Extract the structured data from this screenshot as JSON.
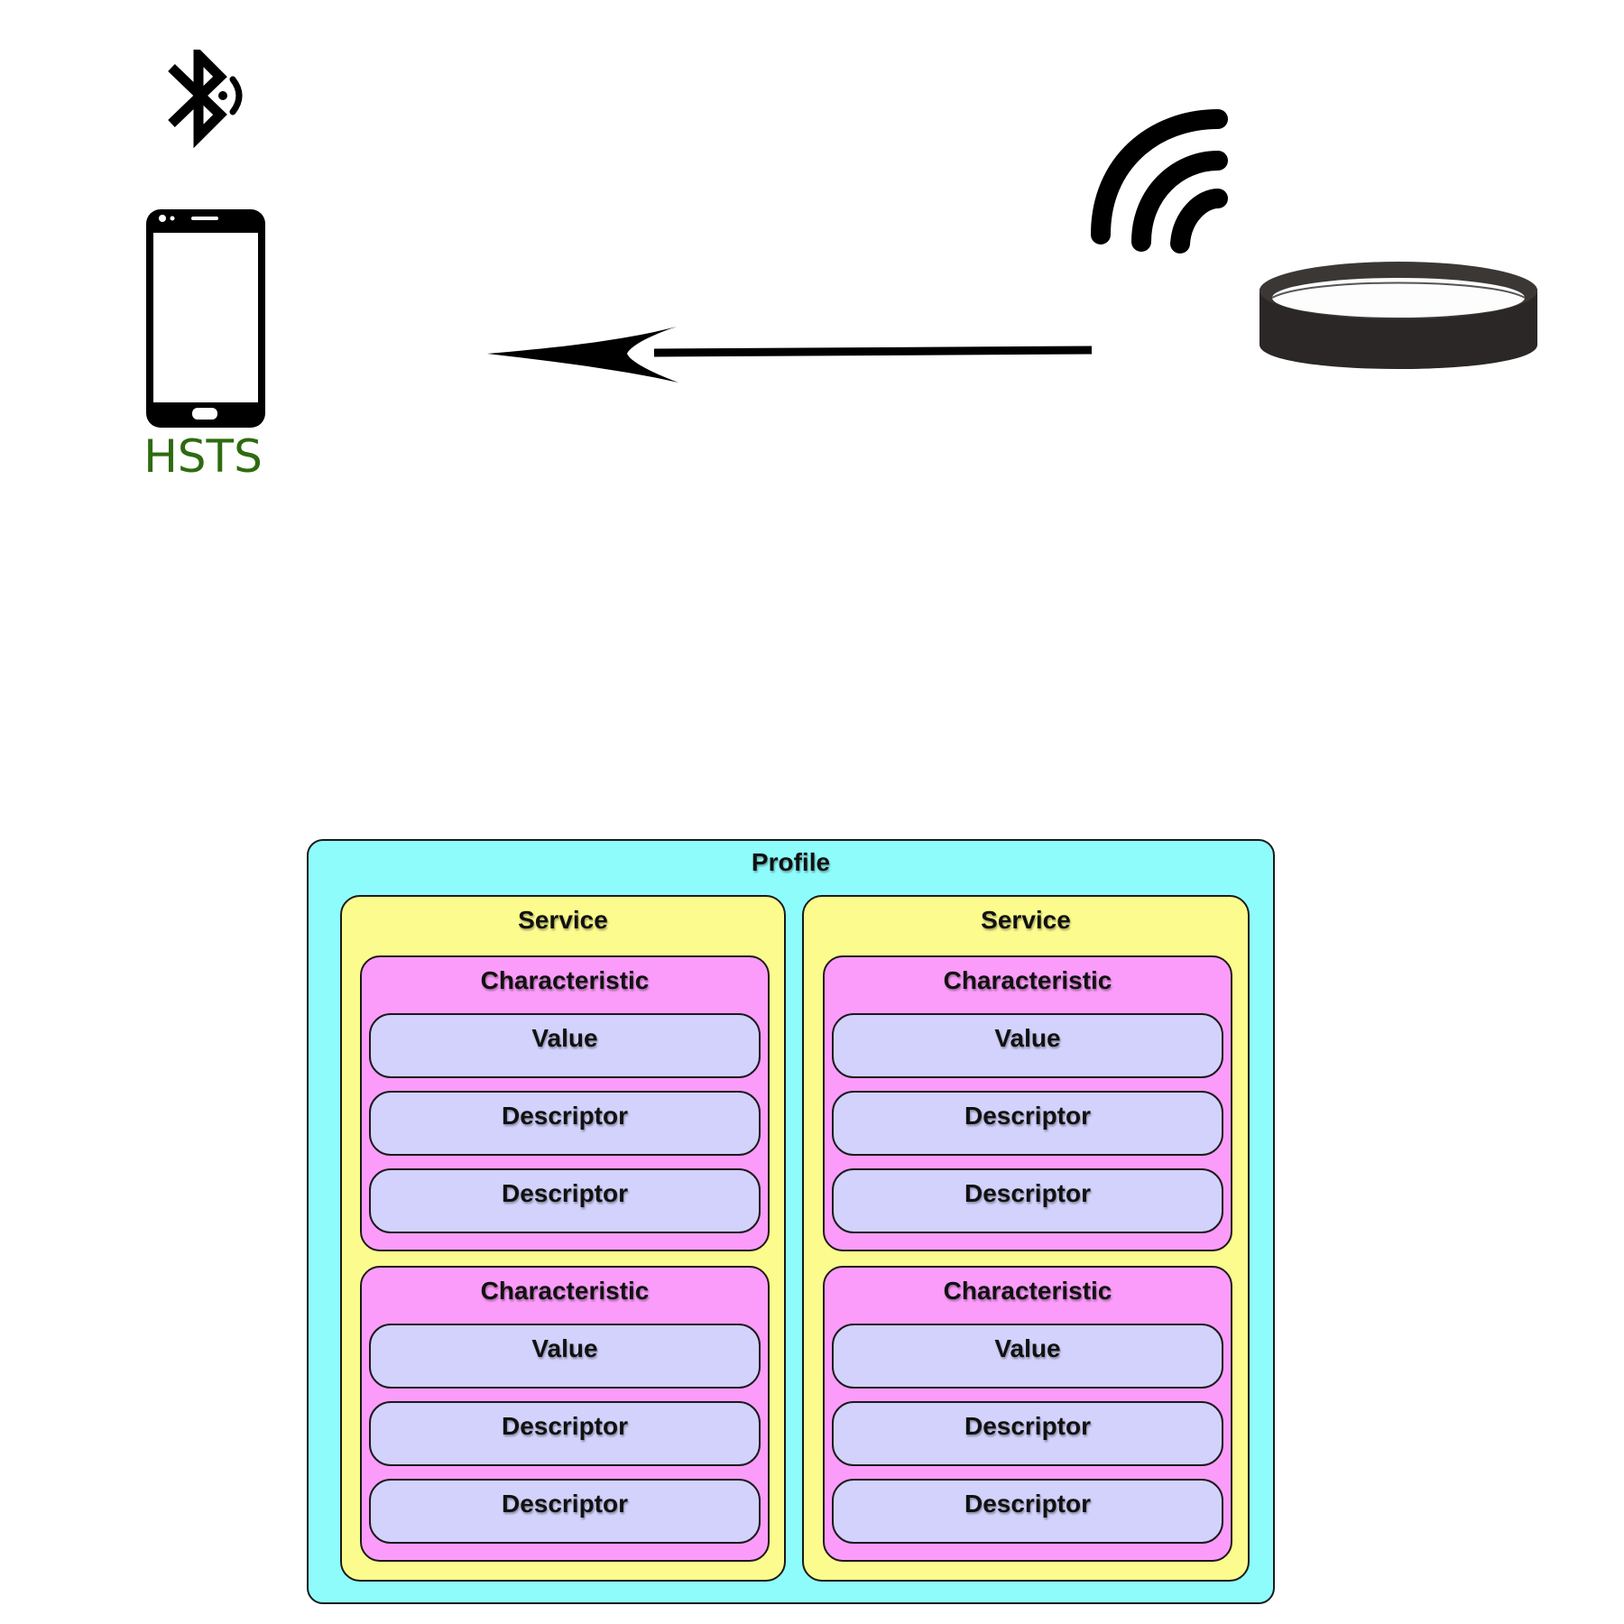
{
  "top": {
    "phone_label": "HSTS",
    "icons": [
      "bluetooth-icon",
      "smartphone-icon",
      "arrow-left",
      "wireless-signal-icon",
      "wristband-icon"
    ],
    "colors": {
      "phone_label": "#2e6b10"
    }
  },
  "gatt": {
    "profile_label": "Profile",
    "services": [
      {
        "label": "Service",
        "characteristics": [
          {
            "label": "Characteristic",
            "value": "Value",
            "descriptors": [
              "Descriptor",
              "Descriptor"
            ]
          },
          {
            "label": "Characteristic",
            "value": "Value",
            "descriptors": [
              "Descriptor",
              "Descriptor"
            ]
          }
        ]
      },
      {
        "label": "Service",
        "characteristics": [
          {
            "label": "Characteristic",
            "value": "Value",
            "descriptors": [
              "Descriptor",
              "Descriptor"
            ]
          },
          {
            "label": "Characteristic",
            "value": "Value",
            "descriptors": [
              "Descriptor",
              "Descriptor"
            ]
          }
        ]
      }
    ],
    "colors": {
      "profile": "#8ffcfc",
      "service": "#fcfc8e",
      "characteristic": "#fc9cfa",
      "attribute": "#d2d2fc"
    }
  }
}
